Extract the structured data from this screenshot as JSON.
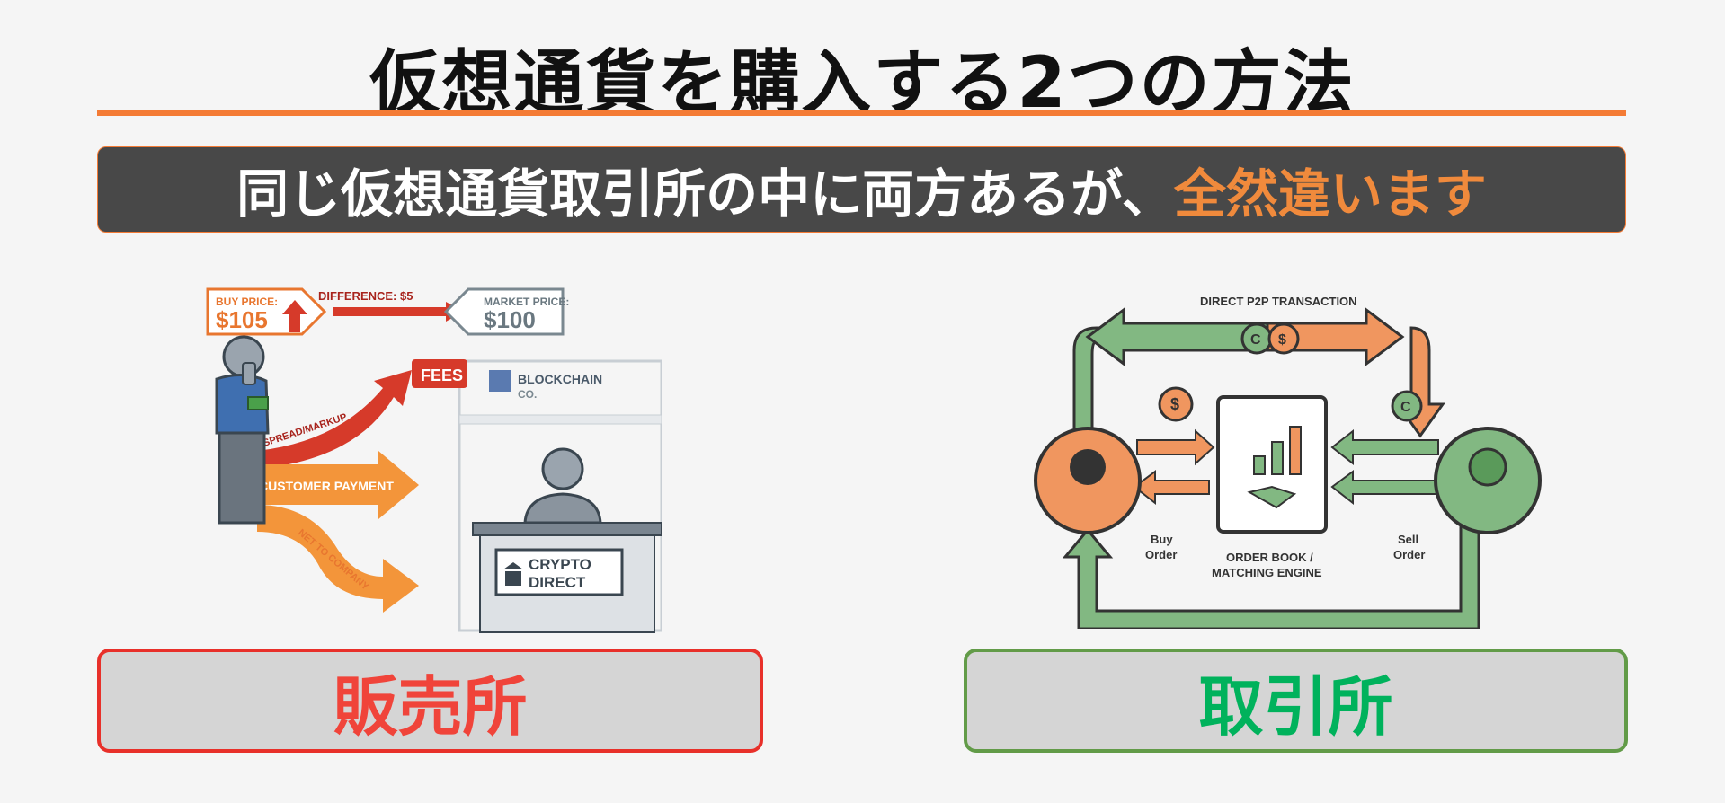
{
  "title": "仮想通貨を購入する2つの方法",
  "banner": {
    "text_main": "同じ仮想通貨取引所の中に両方あるが、",
    "text_highlight": "全然違います"
  },
  "left_illustration": {
    "buy_price_label": "BUY PRICE:",
    "buy_price_value": "$105",
    "difference": "DIFFERENCE: $5",
    "market_price_label": "MARKET PRICE:",
    "market_price_value": "$100",
    "fees": "FEES",
    "company_line1": "BLOCKCHAIN",
    "company_line2": "CO.",
    "spread": "SPREAD/MARKUP",
    "payment": "CUSTOMER PAYMENT",
    "net": "NET TO COMPANY",
    "sign_line1": "CRYPTO",
    "sign_line2": "DIRECT"
  },
  "right_illustration": {
    "p2p": "DIRECT P2P TRANSACTION",
    "buy_line1": "Buy",
    "buy_line2": "Order",
    "sell_line1": "Sell",
    "sell_line2": "Order",
    "engine_line1": "ORDER BOOK /",
    "engine_line2": "MATCHING ENGINE",
    "coin_symbol": "C",
    "dollar_symbol": "$"
  },
  "labels": {
    "left": "販売所",
    "right": "取引所"
  },
  "colors": {
    "accent": "#f47b35",
    "banner_bg": "#484848",
    "red": "#f0443a",
    "green": "#00b25c",
    "border_green": "#629b48"
  }
}
